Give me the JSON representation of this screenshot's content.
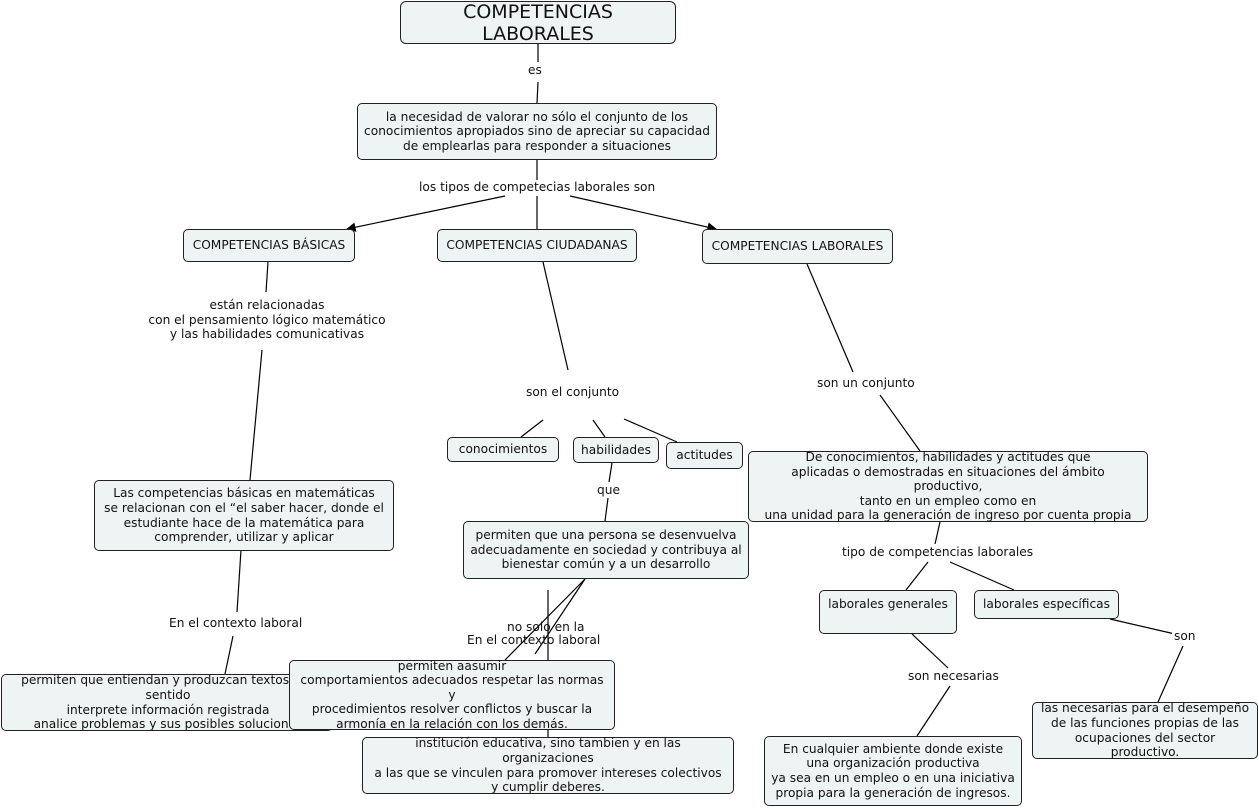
{
  "map": {
    "title": "COMPETENCIAS LABORALES",
    "definition": "la necesidad de valorar no sólo el conjunto de los\nconocimientos apropiados sino de apreciar su capacidad\nde emplearlas para responder a situaciones",
    "basicas": "COMPETENCIAS BÁSICAS",
    "ciudadanas": "COMPETENCIAS CIUDADANAS",
    "laborales": "COMPETENCIAS LABORALES",
    "basicas_desc": "Las competencias básicas en matemáticas\nse relacionan con el “el saber hacer, donde el\nestudiante hace de la matemática para\ncomprender, utilizar y aplicar",
    "basicas_laboral": "permiten que entiendan y produzcan textos con sentido\ninterprete información registrada\nanalice problemas y sus posibles soluciones",
    "conocimientos": "conocimientos",
    "habilidades": "habilidades",
    "actitudes": "actitudes",
    "ciud_desc": "permiten que una persona se desenvuelva\nadecuadamente en sociedad y contribuya al\nbienestar común y a un desarrollo",
    "ciud_asumir": "permiten aasumir\ncomportamientos adecuados respetar las normas y\nprocedimientos resolver conflictos y buscar la\narmonía en la relación con los demás.",
    "ciud_institucion": "institución educativa, sino tambien y en las organizaciones\na las que se vinculen para promover intereses colectivos\ny cumplir deberes.",
    "lab_desc": "De conocimientos, habilidades y actitudes que\naplicadas o demostradas en situaciones del ámbito productivo,\ntanto en un empleo como en\nuna unidad para la generación de ingreso por cuenta propia",
    "lab_generales": "laborales generales",
    "lab_especificas": "laborales específicas",
    "lab_gen_desc": "En cualquier ambiente donde existe\nuna organización productiva\nya sea en un empleo o en una iniciativa\npropia para la generación de ingresos.",
    "lab_esp_desc": "las necesarias para el desempeño\nde las funciones propias de las\nocupaciones del sector productivo."
  },
  "links": {
    "es": "es",
    "tipos": "los tipos de competecias laborales son",
    "relacionadas": "están relacionadas\ncon el pensamiento lógico matemático\ny las habilidades comunicativas",
    "contexto_laboral": "En el contexto laboral",
    "son_conjunto": "son el conjunto",
    "que": "que",
    "no_solo": "no solo en la",
    "contexto_laboral2": "En el contexto laboral",
    "son_un_conjunto": "son un conjunto",
    "tipo_comp": "tipo de competencias laborales",
    "son_necesarias": "son necesarias",
    "son": "son"
  }
}
